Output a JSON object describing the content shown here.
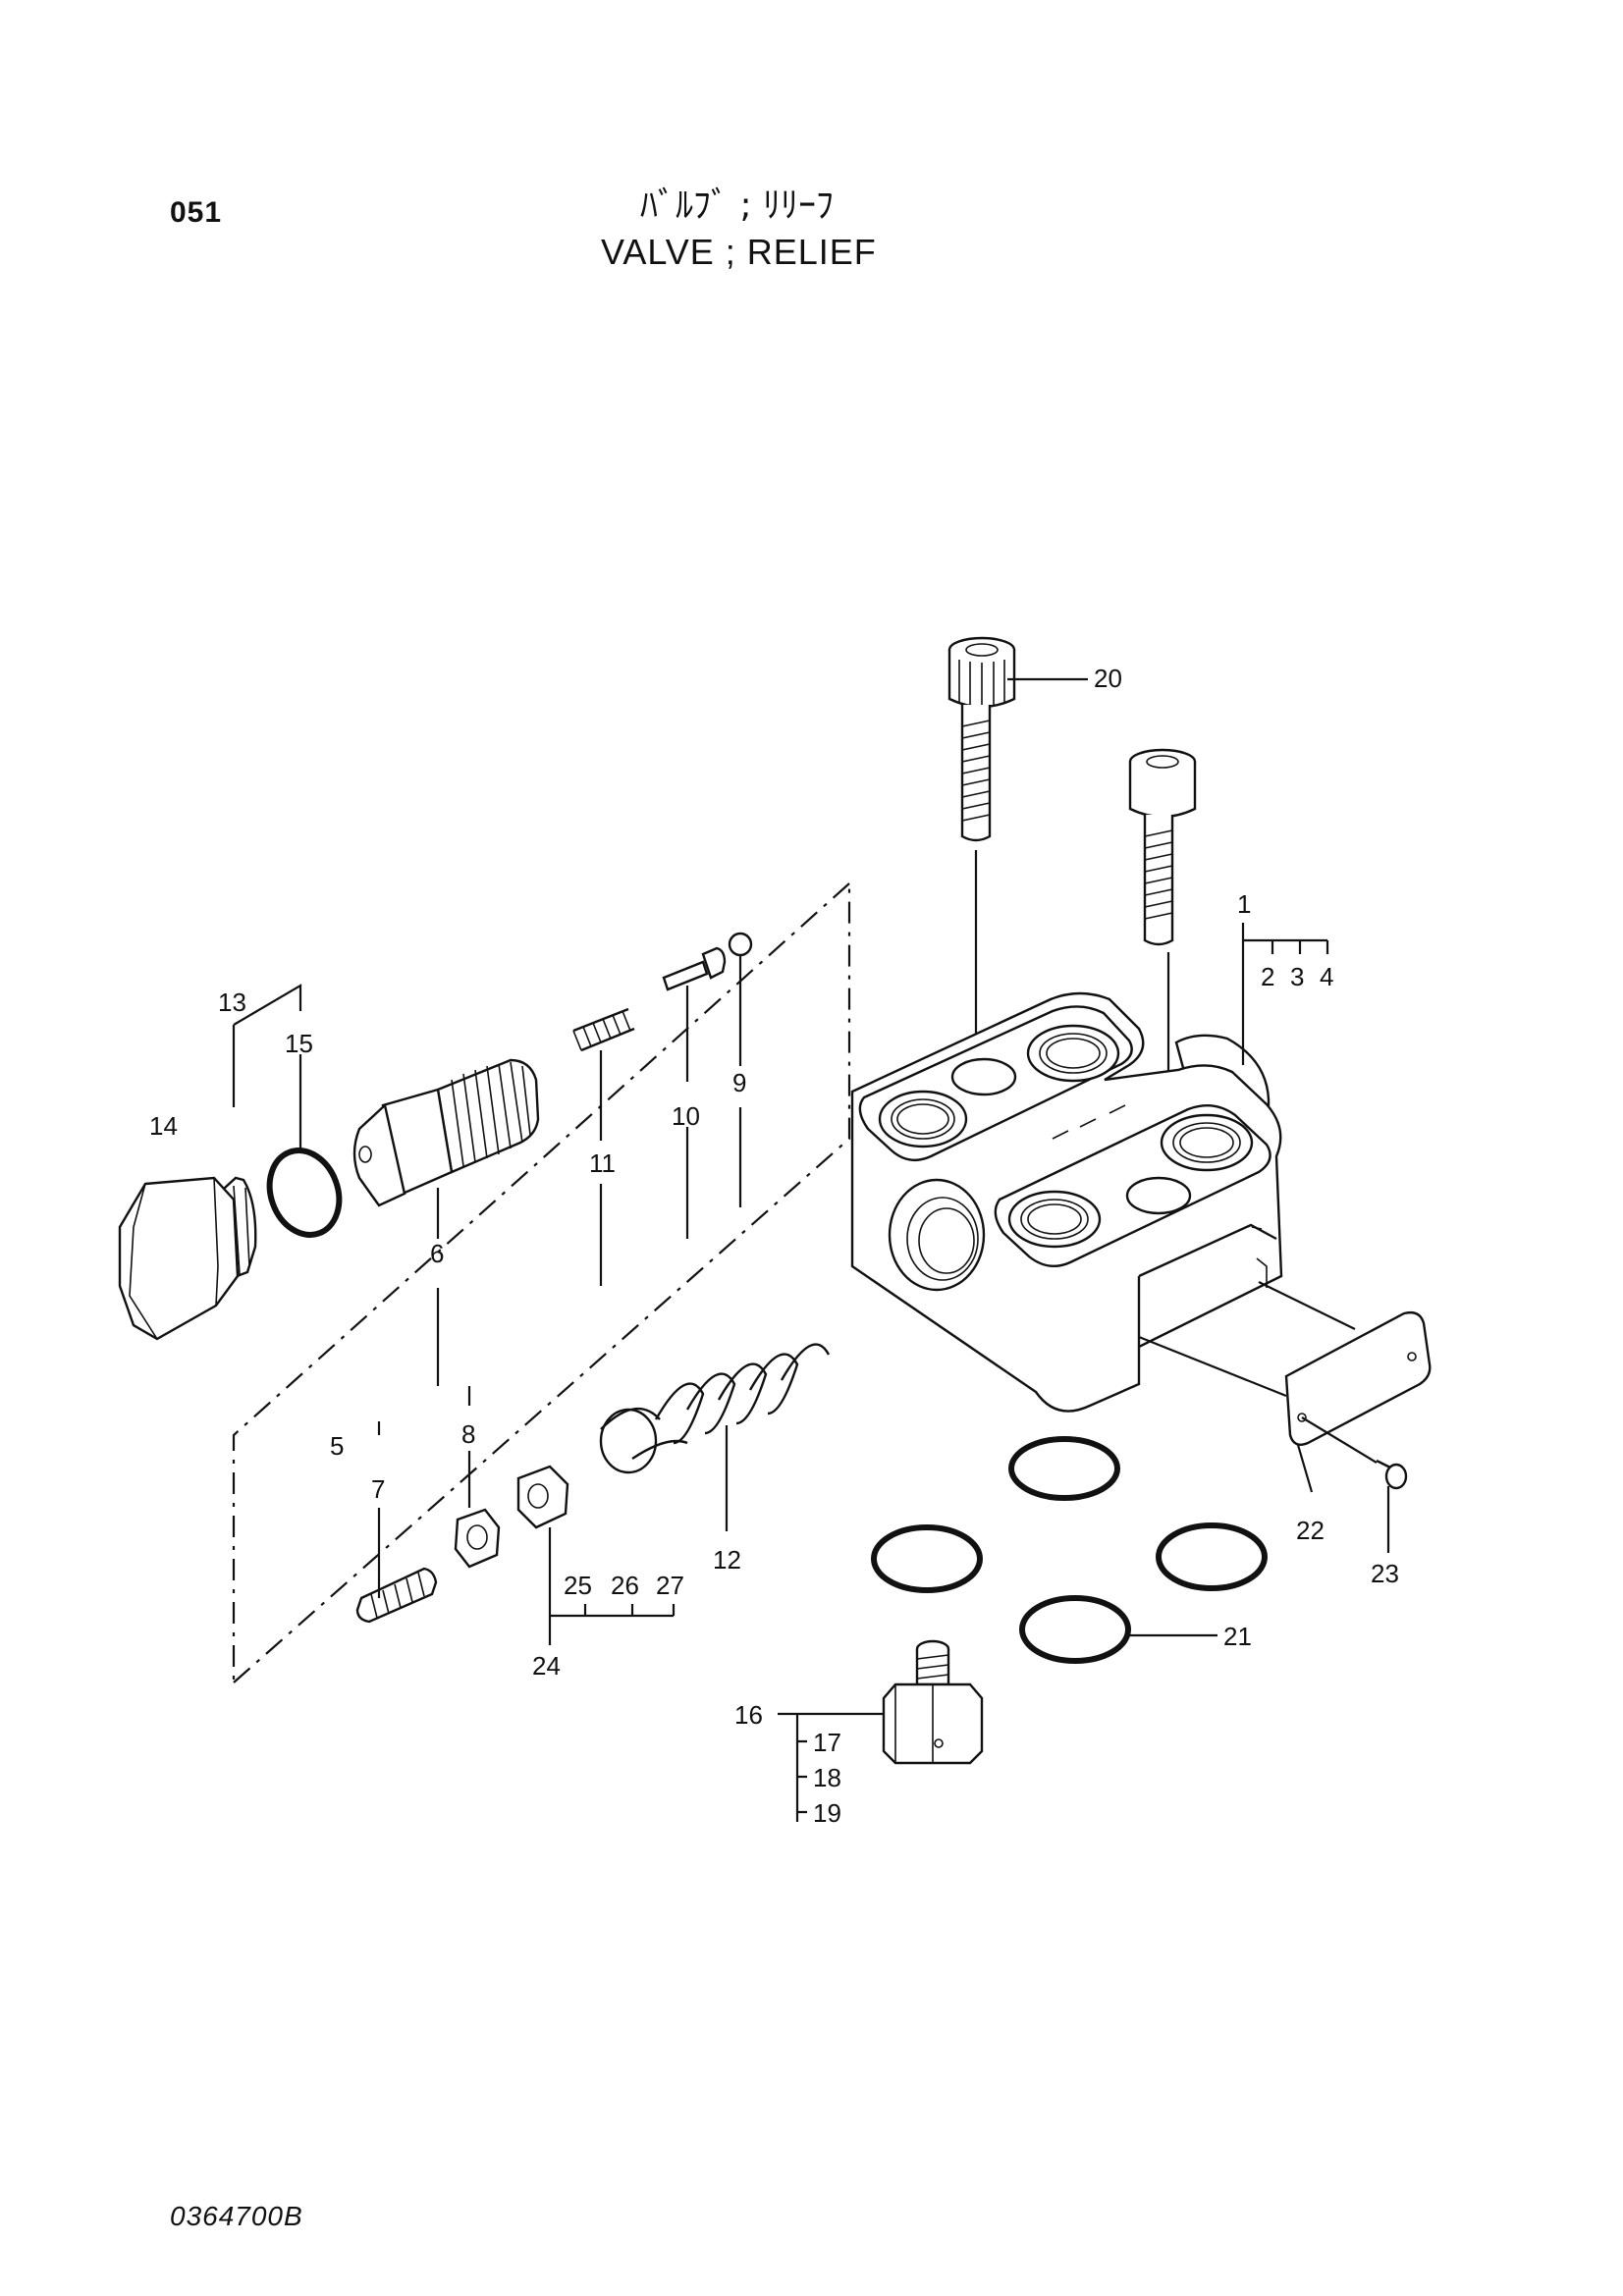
{
  "header": {
    "page_number": "051",
    "title_jp": "ﾊﾞﾙﾌﾞ ; ﾘﾘｰﾌ",
    "title_en": "VALVE ; RELIEF"
  },
  "footer": {
    "drawing_number": "0364700B"
  },
  "callouts": {
    "c1": "1",
    "c2": "2",
    "c3": "3",
    "c4": "4",
    "c5": "5",
    "c6": "6",
    "c7": "7",
    "c8": "8",
    "c9": "9",
    "c10": "10",
    "c11": "11",
    "c12": "12",
    "c13": "13",
    "c14": "14",
    "c15": "15",
    "c16": "16",
    "c17": "17",
    "c18": "18",
    "c19": "19",
    "c20": "20",
    "c21": "21",
    "c22": "22",
    "c23": "23",
    "c24": "24",
    "c25": "25",
    "c26": "26",
    "c27": "27"
  }
}
